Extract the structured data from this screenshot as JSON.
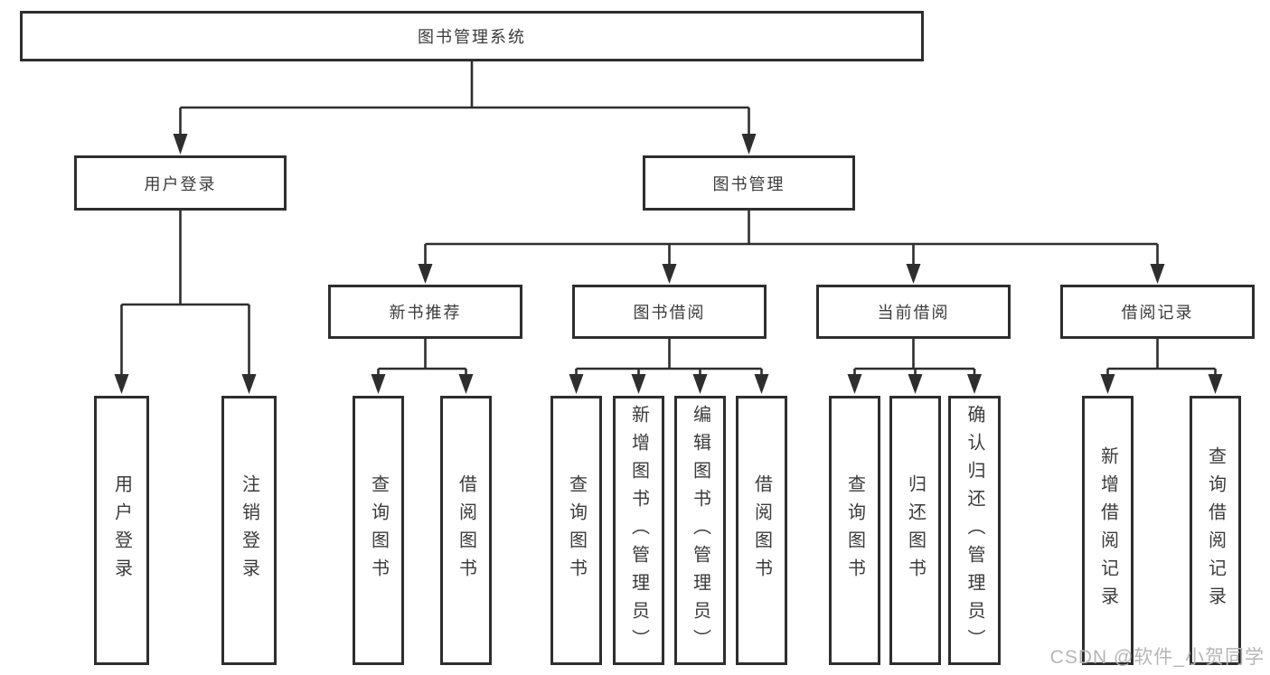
{
  "colors": {
    "line": "#2e2e2e",
    "box_border": "#2e2e2e",
    "box_fill": "#ffffff",
    "text": "#3b3b3b",
    "watermark": "#b6b6b6"
  },
  "diagram": {
    "root": {
      "label": "图书管理系统"
    },
    "user_login": {
      "label": "用户登录",
      "children": [
        {
          "label": "用户登录"
        },
        {
          "label": "注销登录"
        }
      ]
    },
    "book_management": {
      "label": "图书管理",
      "modules": [
        {
          "label": "新书推荐",
          "children": [
            {
              "label": "查询图书"
            },
            {
              "label": "借阅图书"
            }
          ]
        },
        {
          "label": "图书借阅",
          "children": [
            {
              "label": "查询图书"
            },
            {
              "label": "新增图书（管理员）"
            },
            {
              "label": "编辑图书（管理员）"
            },
            {
              "label": "借阅图书"
            }
          ]
        },
        {
          "label": "当前借阅",
          "children": [
            {
              "label": "查询图书"
            },
            {
              "label": "归还图书"
            },
            {
              "label": "确认归还（管理员）"
            }
          ]
        },
        {
          "label": "借阅记录",
          "children": [
            {
              "label": "新增借阅记录"
            },
            {
              "label": "查询借阅记录"
            }
          ]
        }
      ]
    },
    "watermark": "CSDN @软件_小贺同学"
  }
}
